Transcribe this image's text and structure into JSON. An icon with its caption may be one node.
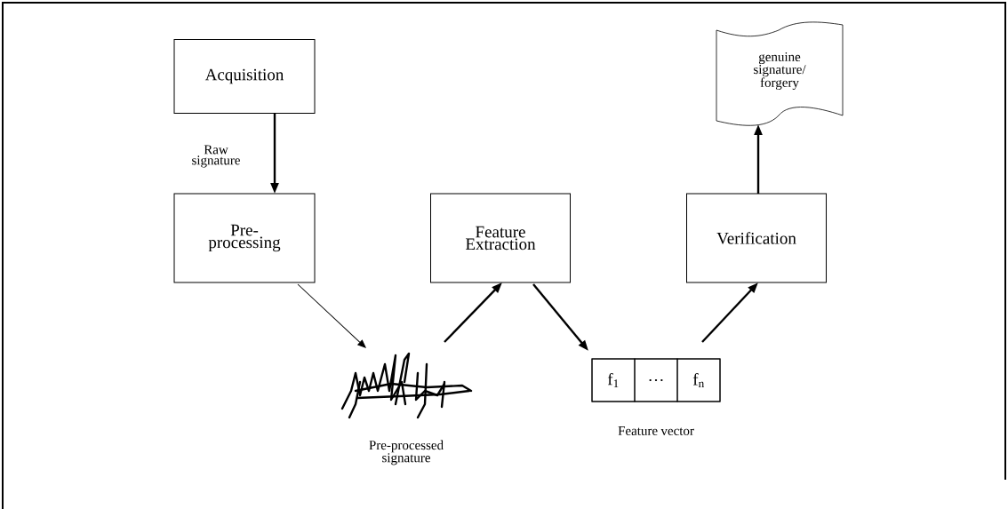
{
  "diagram": {
    "nodes": [
      {
        "text": [
          "Acquisition"
        ]
      },
      {
        "text": [
          "Pre-processing"
        ]
      },
      {
        "text": [
          "Feature Extraction"
        ]
      },
      {
        "text": [
          "Verification"
        ]
      },
      {
        "text": [
          "genuine signature/ forgery"
        ]
      },
      {
        "text": [],
        "shape": "picture",
        "beside": [
          "Pre-processed signature"
        ]
      },
      {
        "text": [
          "f$_{1}$",
          "…",
          "f$_{n}$"
        ],
        "beside": [
          "Feature vector"
        ]
      }
    ],
    "edges": [
      {
        "from": 0,
        "to": 1,
        "arrow": "to",
        "label": "Raw signature"
      },
      {
        "from": 1,
        "to": 5,
        "arrow": "to"
      },
      {
        "from": 5,
        "to": 2,
        "arrow": "to"
      },
      {
        "from": 2,
        "to": 6,
        "arrow": "to"
      },
      {
        "from": 6,
        "to": 3,
        "arrow": "to"
      },
      {
        "from": 3,
        "to": 4,
        "arrow": "to"
      }
    ]
  }
}
